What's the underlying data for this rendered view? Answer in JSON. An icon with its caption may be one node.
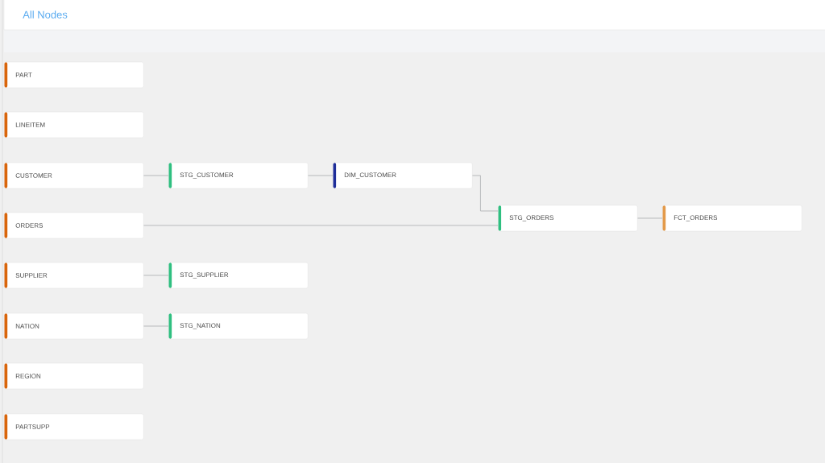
{
  "diagram": {
    "title": "All Nodes",
    "nodes": [
      {
        "text": [
          "PART"
        ]
      },
      {
        "text": [
          "LINEITEM"
        ]
      },
      {
        "text": [
          "CUSTOMER"
        ]
      },
      {
        "text": [
          "ORDERS"
        ]
      },
      {
        "text": [
          "SUPPLIER"
        ]
      },
      {
        "text": [
          "NATION"
        ]
      },
      {
        "text": [
          "REGION"
        ]
      },
      {
        "text": [
          "PARTSUPP"
        ]
      },
      {
        "text": [
          "STG_CUSTOMER"
        ]
      },
      {
        "text": [
          "DIM_CUSTOMER"
        ]
      },
      {
        "text": [
          "STG_ORDERS"
        ]
      },
      {
        "text": [
          "FCT_ORDERS"
        ]
      },
      {
        "text": [
          "STG_SUPPLIER"
        ]
      },
      {
        "text": [
          "STG_NATION"
        ]
      }
    ],
    "edges": [
      {
        "from": 2,
        "to": 8,
        "arrow": "none"
      },
      {
        "from": 8,
        "to": 9,
        "arrow": "none"
      },
      {
        "from": 9,
        "to": 10,
        "arrow": "none"
      },
      {
        "from": 3,
        "to": 10,
        "arrow": "none"
      },
      {
        "from": 10,
        "to": 11,
        "arrow": "none"
      },
      {
        "from": 4,
        "to": 12,
        "arrow": "none"
      },
      {
        "from": 5,
        "to": 13,
        "arrow": "none"
      }
    ]
  }
}
